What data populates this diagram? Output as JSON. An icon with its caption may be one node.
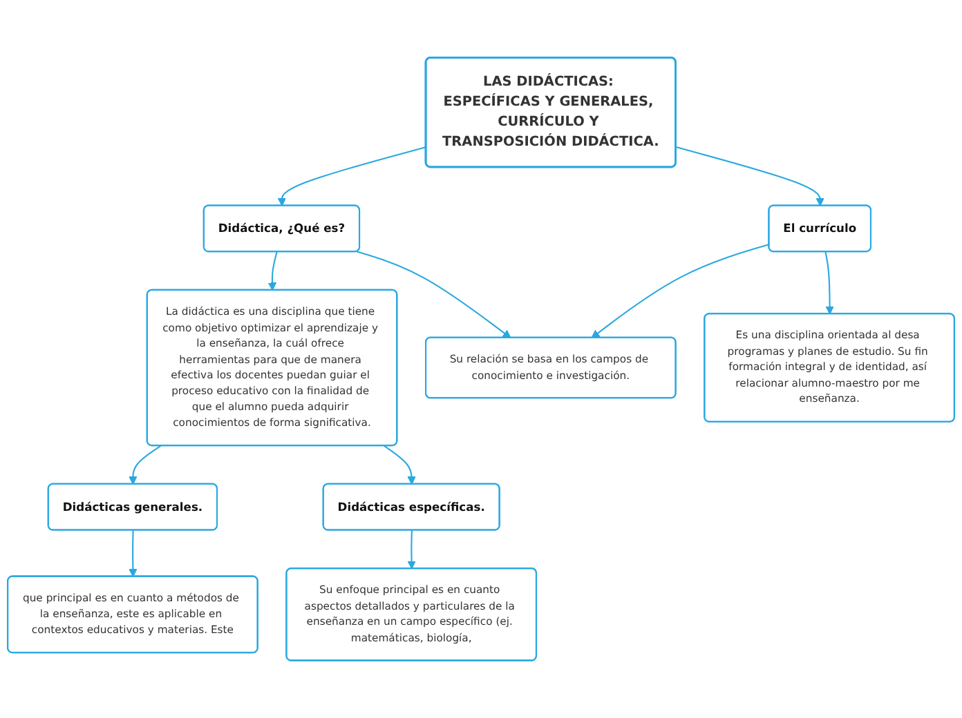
{
  "diagram": {
    "nodes": [
      {
        "text": [
          "LAS DIDÁCTICAS: ESPECÍFICAS Y GENERALES, CURRÍCULO Y TRANSPOSICIÓN DIDÁCTICA."
        ]
      },
      {
        "text": [
          "Didáctica, ¿Qué es?"
        ]
      },
      {
        "text": [
          "Su relación se basa en los campos de conocimiento e investigación."
        ]
      },
      {
        "text": [
          "El currículo"
        ]
      },
      {
        "text": [
          "Es una disciplina orientada al desa programas y planes de estudio. Su fin formación integral y de identidad, así relacionar alumno-maestro por me enseñanza."
        ]
      },
      {
        "text": [
          "La didáctica es una disciplina que tiene como objetivo optimizar el aprendizaje y la enseñanza, la cuál ofrece herramientas para que de manera efectiva los docentes puedan guiar el proceso educativo con la finalidad de que el alumno pueda adquirir conocimientos de forma significativa."
        ]
      },
      {
        "text": [
          "Didácticas generales."
        ]
      },
      {
        "text": [
          "Didácticas específicas."
        ]
      },
      {
        "text": [
          "que principal es en cuanto a métodos de la enseñanza, este es aplicable en contextos educativos y materias. Este"
        ]
      },
      {
        "text": [
          "Su enfoque principal es en cuanto aspectos detallados y particulares de la enseñanza en un campo específico (ej. matemáticas, biología,"
        ]
      }
    ],
    "edges": [
      {
        "from": 0,
        "to": 1,
        "arrow": "to"
      },
      {
        "from": 0,
        "to": 3,
        "arrow": "to"
      },
      {
        "from": 1,
        "to": 2,
        "arrow": "to"
      },
      {
        "from": 3,
        "to": 2,
        "arrow": "to"
      },
      {
        "from": 1,
        "to": 5,
        "arrow": "to"
      },
      {
        "from": 3,
        "to": 4,
        "arrow": "to"
      },
      {
        "from": 5,
        "to": 6,
        "arrow": "to"
      },
      {
        "from": 5,
        "to": 7,
        "arrow": "to"
      },
      {
        "from": 6,
        "to": 8,
        "arrow": "to"
      },
      {
        "from": 7,
        "to": 9,
        "arrow": "to"
      }
    ]
  }
}
